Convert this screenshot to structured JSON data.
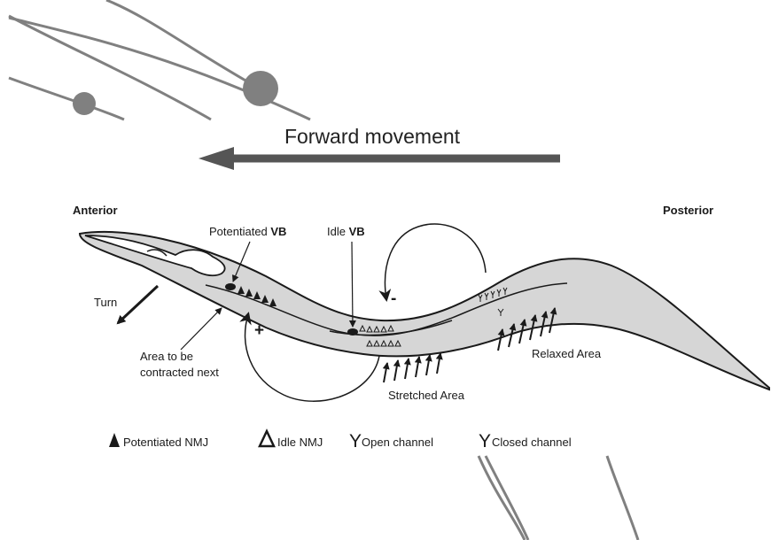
{
  "header": {
    "title": "Forward movement"
  },
  "orientation": {
    "anterior": "Anterior",
    "posterior": "Posterior"
  },
  "labels": {
    "potentiated_vb_prefix": "Potentiated ",
    "vb": "VB",
    "idle_vb_prefix": "Idle ",
    "turn": "Turn",
    "area_next_line1": "Area to be",
    "area_next_line2": "contracted next",
    "stretched_area": "Stretched Area",
    "relaxed_area": "Relaxed Area",
    "plus": "+",
    "minus": "-"
  },
  "legend": {
    "potentiated_nmj": "Potentiated NMJ",
    "idle_nmj": "Idle NMJ",
    "channel_symbol": "Y",
    "open_channel": "Open channel",
    "closed_channel": "Closed channel"
  },
  "colors": {
    "worm_fill": "#d6d6d6",
    "outline": "#1a1a1a",
    "arrow_gray": "#555555",
    "decor_gray": "#808080"
  }
}
